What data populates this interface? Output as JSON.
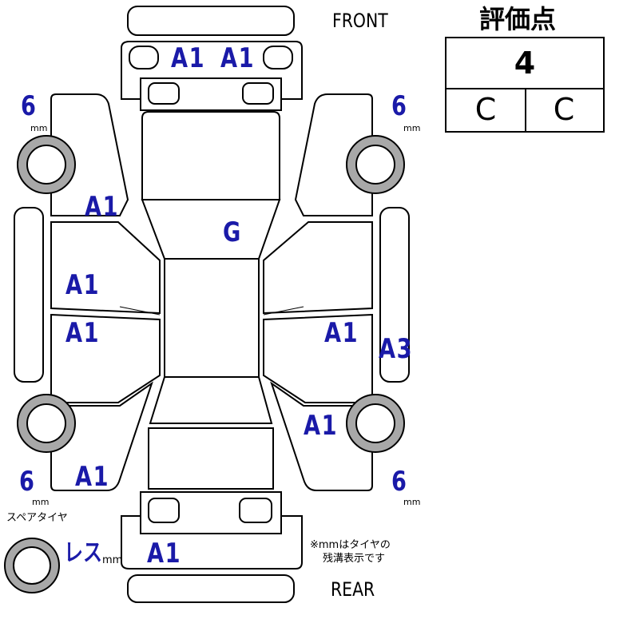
{
  "header": {
    "front_label": "FRONT",
    "rear_label": "REAR",
    "score_title": "評価点"
  },
  "score": {
    "overall": "4",
    "interior": "C",
    "exterior": "C"
  },
  "tires": {
    "front_left_depth": "6",
    "front_right_depth": "6",
    "rear_left_depth": "6",
    "rear_right_depth": "6",
    "unit": "mm",
    "spare_label": "スペアタイヤ",
    "spare_status": "レス",
    "spare_unit": "mm"
  },
  "note": {
    "line1": "※mmはタイヤの",
    "line2": "残溝表示です"
  },
  "damage_marks": {
    "front_bumper_left": "A1",
    "front_bumper_right": "A1",
    "left_front_fender": "A1",
    "windshield": "G",
    "left_front_door": "A1",
    "left_rear_door": "A1",
    "right_rear_door": "A1",
    "right_rocker": "A3",
    "right_rear_fender": "A1",
    "left_rear_fender": "A1",
    "rear_bumper": "A1"
  },
  "colors": {
    "mark_blue": "#1a1aa8",
    "tire_gray": "#a8a8a8",
    "outline": "#000000"
  }
}
